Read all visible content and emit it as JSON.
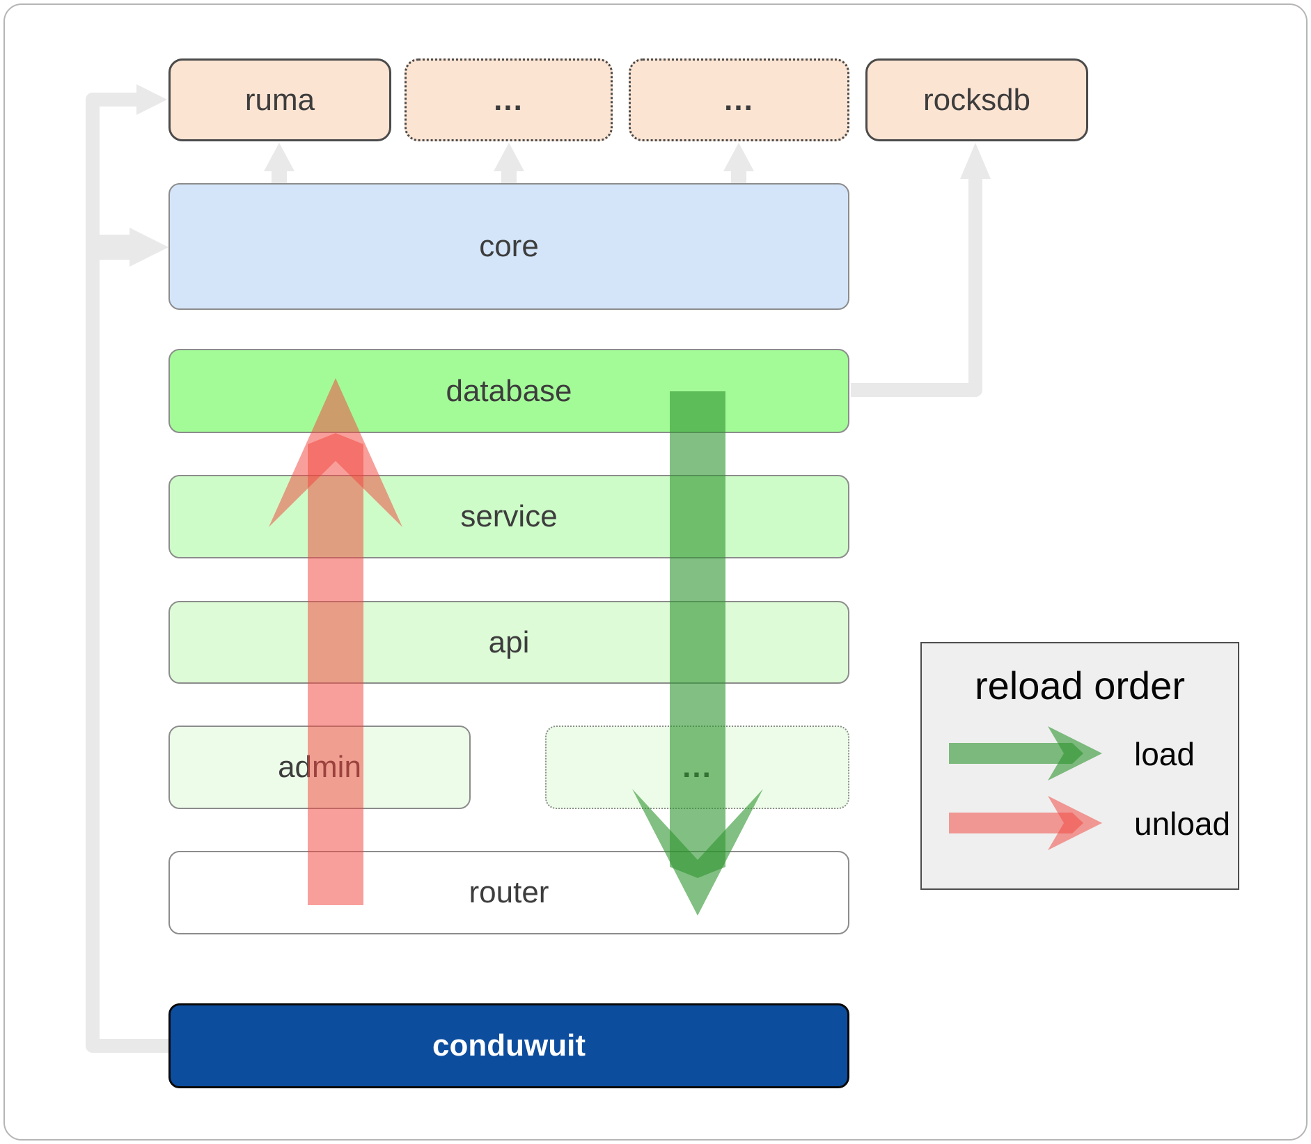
{
  "nodes": {
    "ruma": {
      "label": "ruma"
    },
    "etc1": {
      "label": "..."
    },
    "etc2": {
      "label": "..."
    },
    "rocksdb": {
      "label": "rocksdb"
    },
    "core": {
      "label": "core"
    },
    "database": {
      "label": "database"
    },
    "service": {
      "label": "service"
    },
    "api": {
      "label": "api"
    },
    "admin": {
      "label": "admin"
    },
    "admin_etc": {
      "label": "..."
    },
    "router": {
      "label": "router"
    },
    "conduwuit": {
      "label": "conduwuit"
    }
  },
  "legend": {
    "title": "reload order",
    "load_label": "load",
    "unload_label": "unload"
  },
  "colors": {
    "peach": "#fce4d3",
    "core-blue": "#d4e5f9",
    "db-green": "#a3fb98",
    "service-green": "#cefcc8",
    "api-green": "#ddfbd6",
    "admin-green": "#edfce9",
    "conduwuit-blue": "#0d4d9e",
    "load-green": "#2e942e",
    "unload-red": "#f2473f",
    "connector-gray": "#e9e9e9",
    "dark-border": "#4a4a4a",
    "gray-border": "#8c8c8c",
    "label-color": "#3d3d3d",
    "legend-bg": "#efefef"
  }
}
